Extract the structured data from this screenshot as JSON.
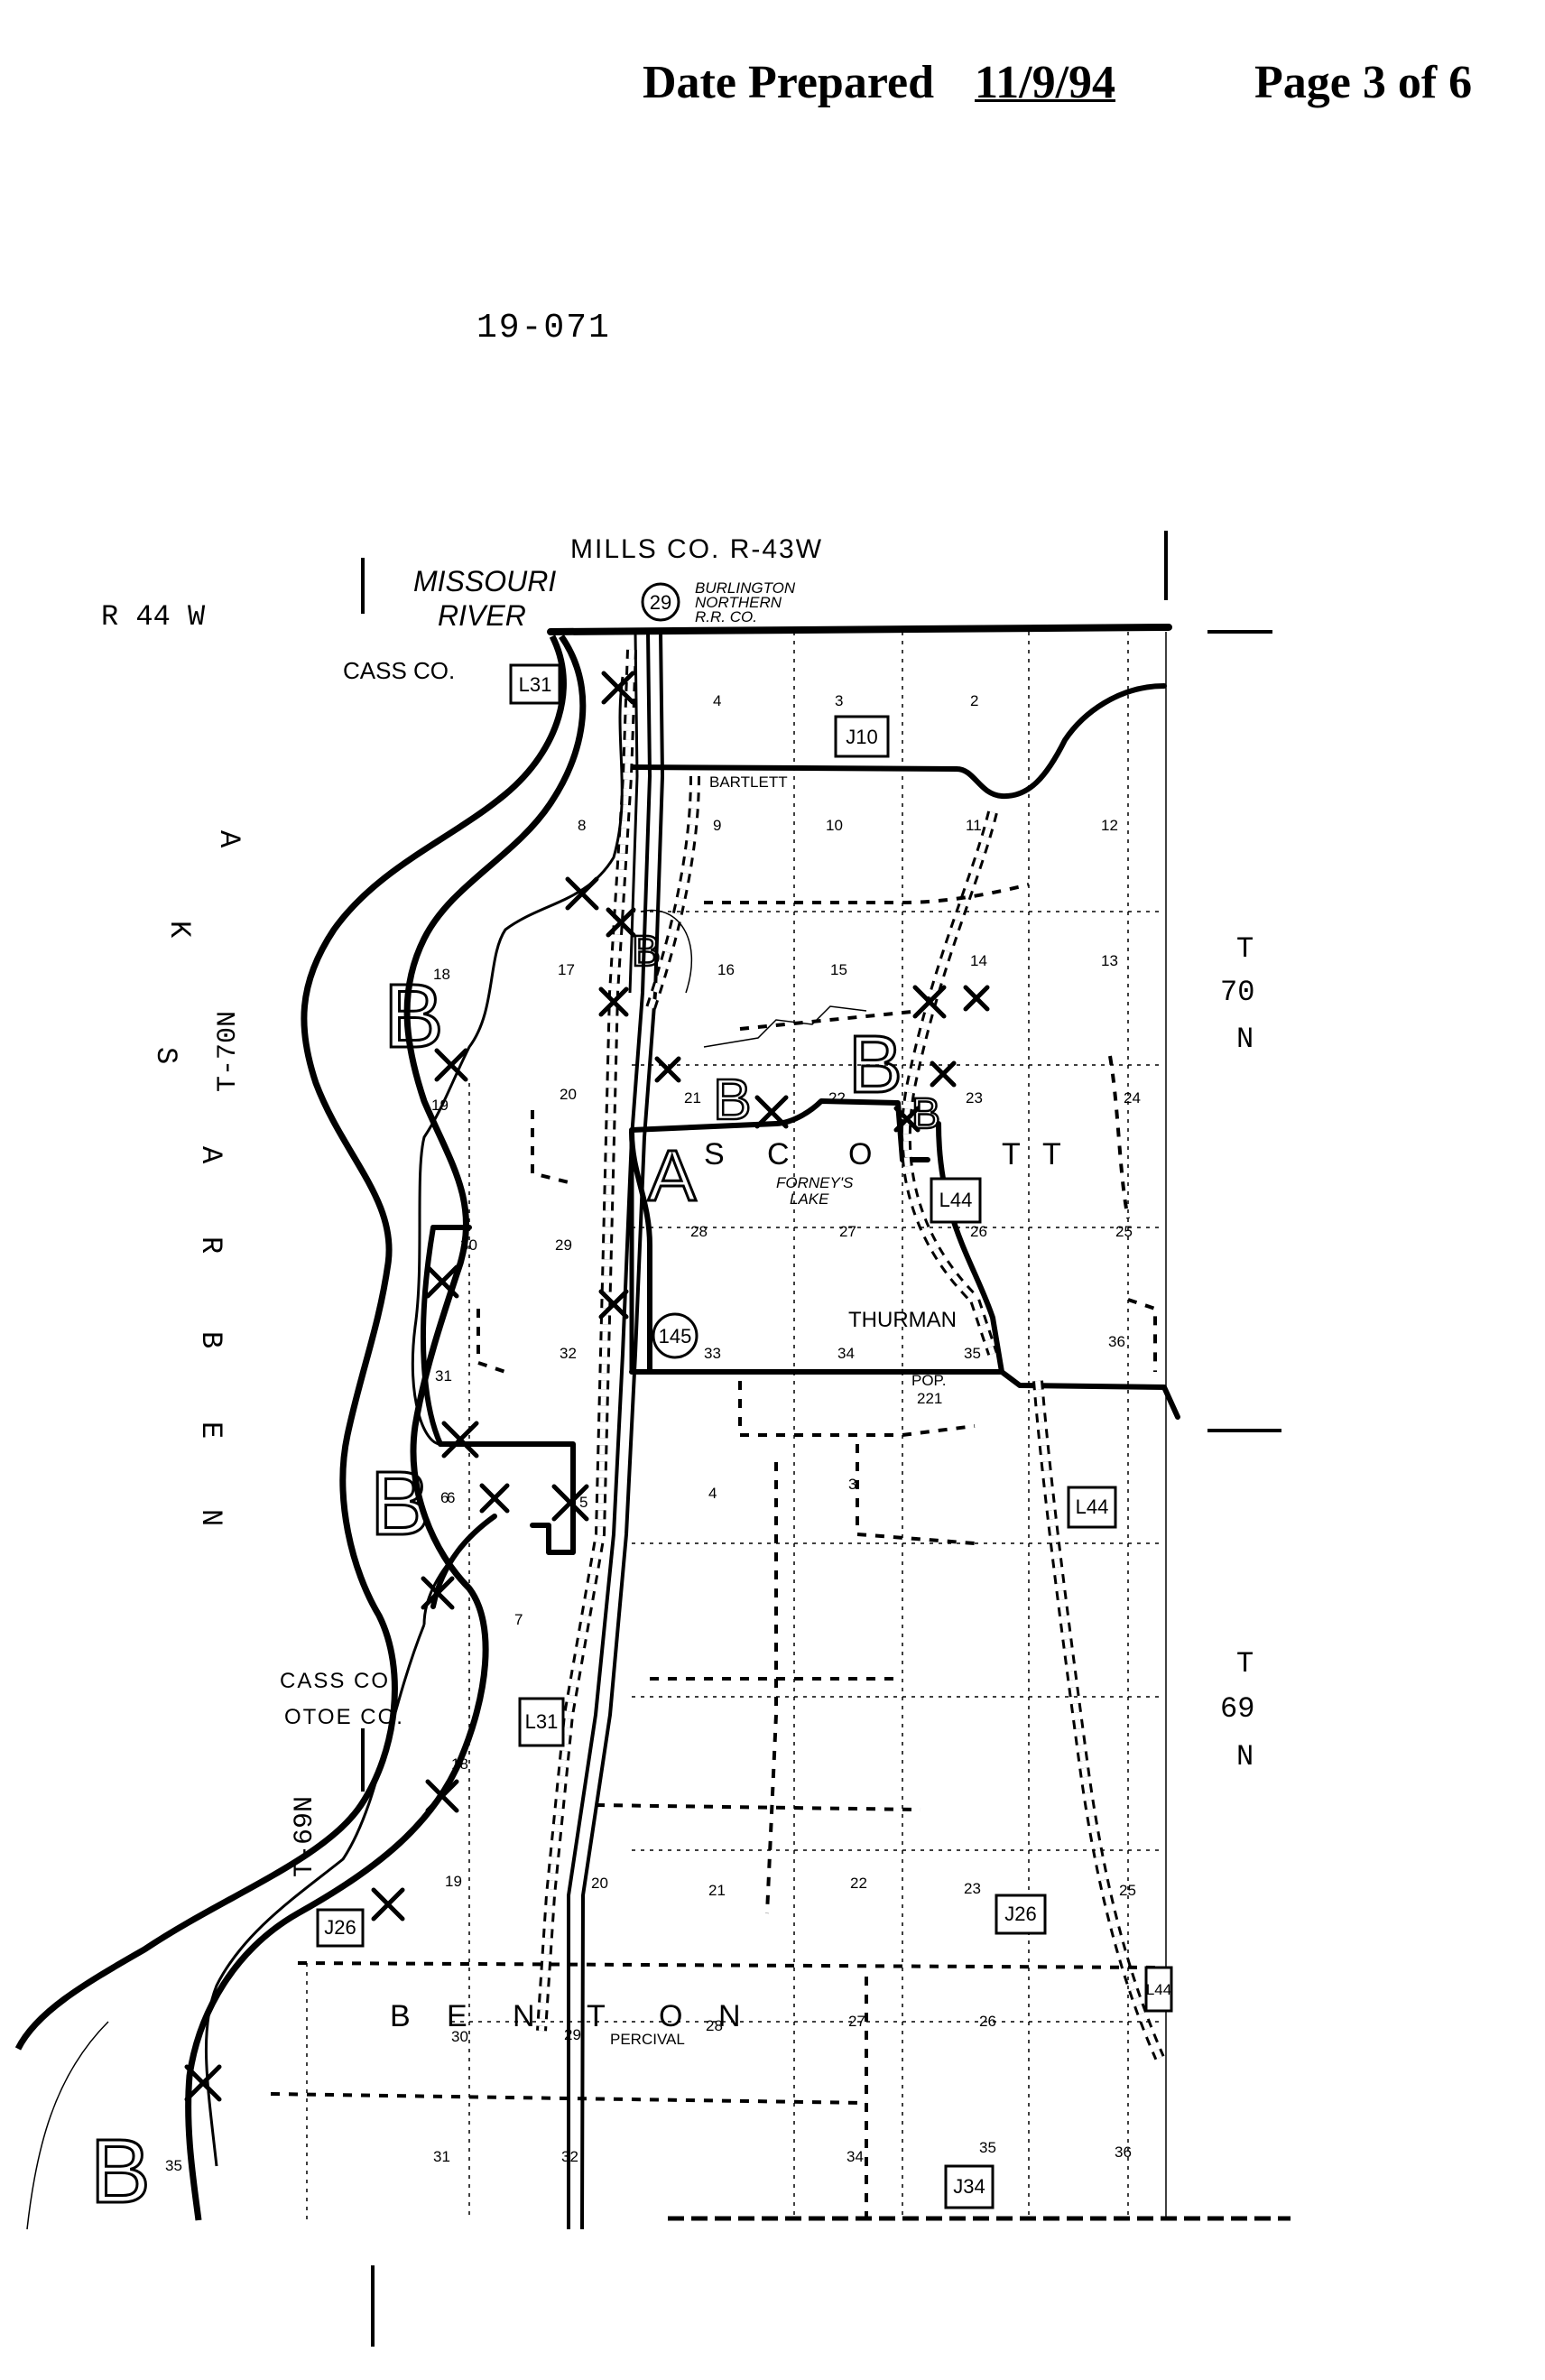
{
  "header": {
    "label": "Date Prepared",
    "date": "11/9/94",
    "page": "Page 3 of 6"
  },
  "map_id": "19-071",
  "map": {
    "county_top": "MILLS CO. R-43W",
    "range_left": "R 44 W",
    "river": [
      "MISSOURI",
      "RIVER"
    ],
    "railroad": [
      "BURLINGTON",
      "NORTHERN",
      "R.R. CO."
    ],
    "cass_co": "CASS CO.",
    "cass_co_2": "CASS CO.",
    "otoe_co": "OTOE CO.",
    "nebraska_letters": [
      "N",
      "E",
      "B",
      "R",
      "A",
      "S",
      "K",
      "A"
    ],
    "t70n_left": "T-70N",
    "t69n_left": "T-69N",
    "t70n_right": [
      "T",
      "70",
      "N"
    ],
    "t69n_right": [
      "T",
      "69",
      "N"
    ],
    "township_scott": [
      "S",
      "C",
      "O",
      "T",
      "T"
    ],
    "township_benton": [
      "B",
      "E",
      "N",
      "T",
      "O",
      "N"
    ],
    "towns": {
      "bartlett": "BARTLETT",
      "thurman": "THURMAN",
      "pop": "POP.",
      "pop_value": "221",
      "percival": "PERCIVAL",
      "forneys_lake": [
        "FORNEY'S",
        "LAKE"
      ]
    },
    "shields": {
      "us29": "29",
      "ia145": "145",
      "l31_top": "L31",
      "l31_mid": "L31",
      "j10": "J10",
      "l44_top": "L44",
      "l44_mid": "L44",
      "l44_bot": "L44",
      "j26_left": "J26",
      "j26_right": "J26",
      "j34": "J34"
    },
    "zones": {
      "b": "B",
      "a": "A"
    },
    "zone_numbers": {
      "b1": "18",
      "b2": "6",
      "b3": "35"
    },
    "sections": [
      "3",
      "4",
      "2",
      "9",
      "10",
      "11",
      "12",
      "8",
      "16",
      "15",
      "14",
      "13",
      "17",
      "21",
      "22",
      "23",
      "24",
      "20",
      "19",
      "28",
      "27",
      "26",
      "25",
      "30",
      "29",
      "32",
      "33",
      "34",
      "35",
      "36",
      "31",
      "6",
      "5",
      "4",
      "3",
      "7",
      "18",
      "20",
      "21",
      "22",
      "23",
      "19",
      "25",
      "26",
      "27",
      "28",
      "30",
      "29",
      "31",
      "32",
      "34",
      "35",
      "36"
    ]
  }
}
